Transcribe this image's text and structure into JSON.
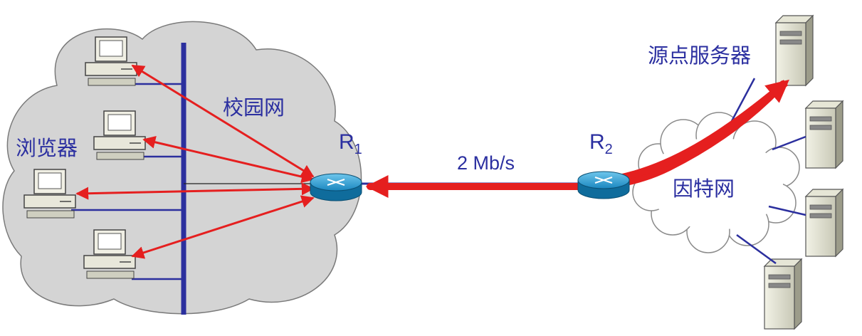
{
  "labels": {
    "campus_network": "校园网",
    "browsers": "浏览器",
    "router1_letter": "R",
    "router1_sub": "1",
    "router2_letter": "R",
    "router2_sub": "2",
    "link_speed": "2 Mb/s",
    "internet": "因特网",
    "source_server": "源点服务器"
  },
  "colors": {
    "campus_cloud": "#d4d4d4",
    "backbone": "#2b2f9e",
    "arrow": "#e51f1f",
    "label_text": "#2b2fa0",
    "router_body": "#1c8ec4"
  },
  "icons": [
    "computer-icon",
    "router-icon",
    "server-icon",
    "cloud-icon"
  ]
}
